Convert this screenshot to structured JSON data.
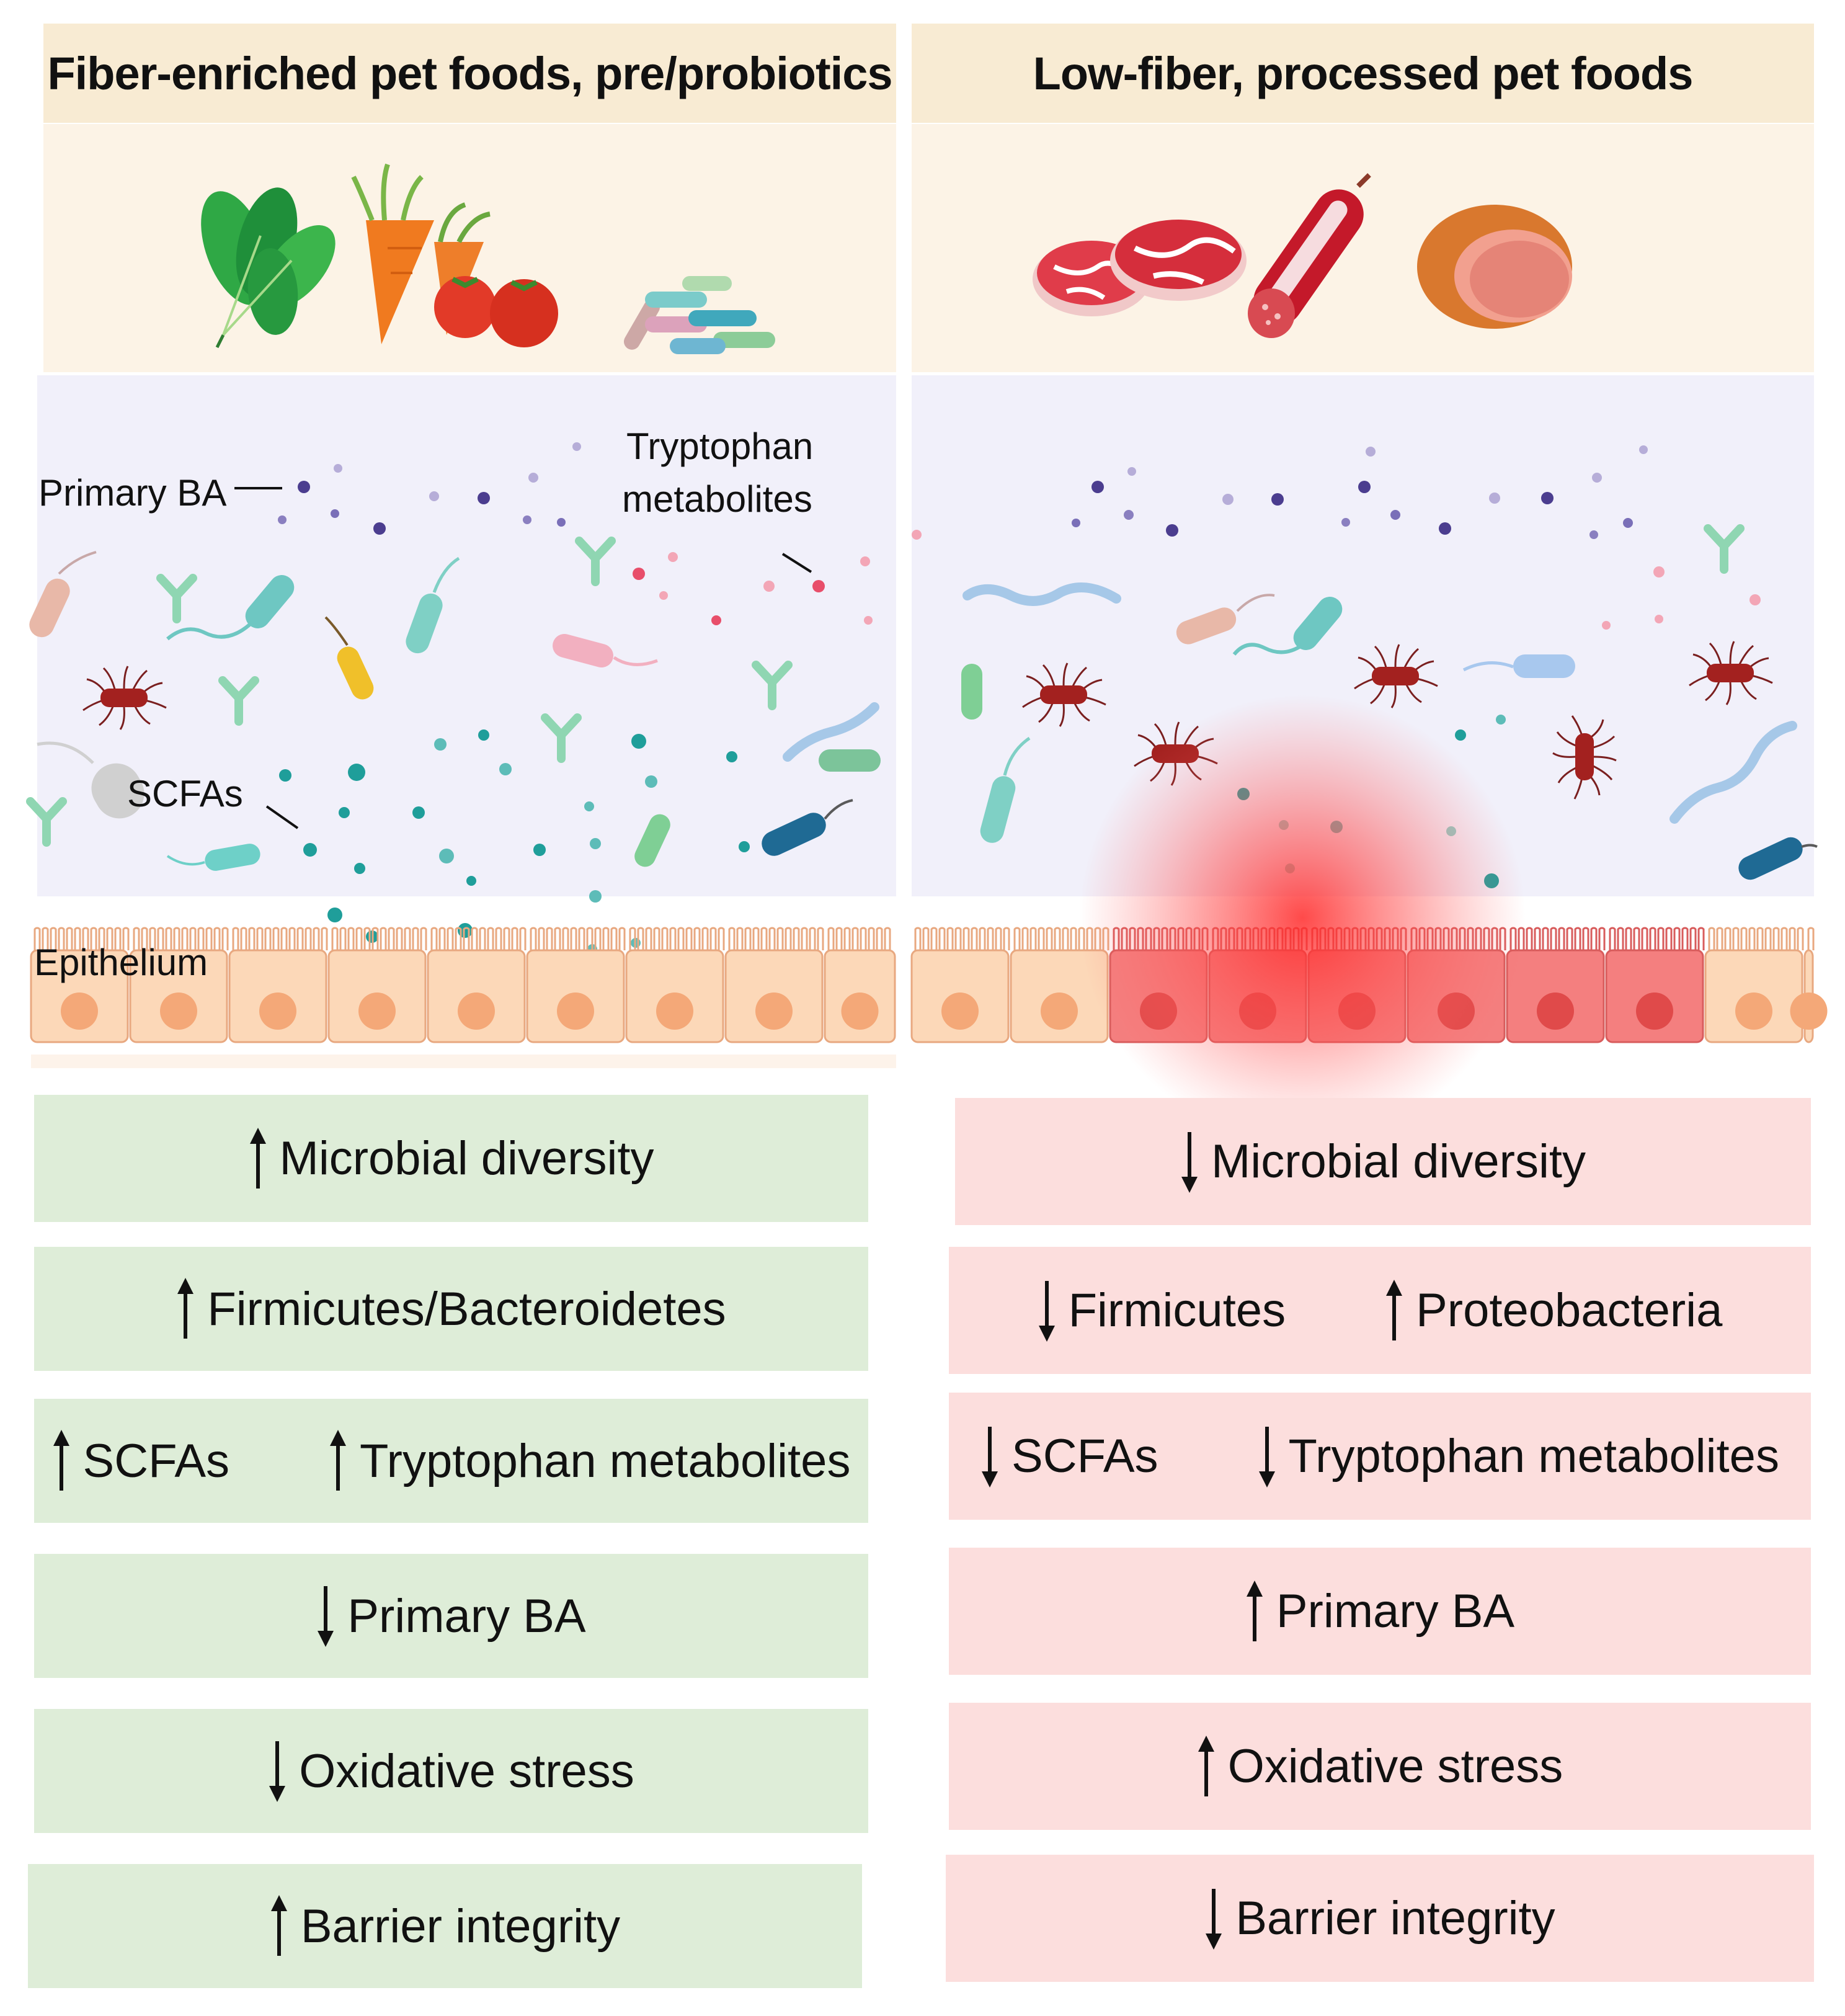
{
  "left_panel": {
    "title": "Fiber-enriched pet foods, pre/probiotics",
    "labels": {
      "primary_ba": "Primary BA",
      "tryptophan_line1": "Tryptophan",
      "tryptophan_line2": "metabolites",
      "scfas": "SCFAs",
      "epithelium": "Epithelium"
    },
    "effects": [
      {
        "items": [
          {
            "direction": "up",
            "text": "Microbial diversity"
          }
        ]
      },
      {
        "items": [
          {
            "direction": "up",
            "text": "Firmicutes/Bacteroidetes"
          }
        ]
      },
      {
        "items": [
          {
            "direction": "up",
            "text": "SCFAs"
          },
          {
            "direction": "up",
            "text": "Tryptophan metabolites"
          }
        ]
      },
      {
        "items": [
          {
            "direction": "down",
            "text": "Primary BA"
          }
        ]
      },
      {
        "items": [
          {
            "direction": "down",
            "text": "Oxidative stress"
          }
        ]
      },
      {
        "items": [
          {
            "direction": "up",
            "text": "Barrier integrity"
          }
        ]
      }
    ]
  },
  "right_panel": {
    "title": "Low-fiber, processed pet foods",
    "effects": [
      {
        "items": [
          {
            "direction": "down",
            "text": "Microbial diversity"
          }
        ]
      },
      {
        "items": [
          {
            "direction": "down",
            "text": "Firmicutes"
          },
          {
            "direction": "up",
            "text": "Proteobacteria"
          }
        ]
      },
      {
        "items": [
          {
            "direction": "down",
            "text": "SCFAs"
          },
          {
            "direction": "down",
            "text": "Tryptophan metabolites"
          }
        ]
      },
      {
        "items": [
          {
            "direction": "up",
            "text": "Primary BA"
          }
        ]
      },
      {
        "items": [
          {
            "direction": "up",
            "text": "Oxidative stress"
          }
        ]
      },
      {
        "items": [
          {
            "direction": "down",
            "text": "Barrier integrity"
          }
        ]
      }
    ]
  },
  "colors": {
    "header_bg": "#f8ebd3",
    "food_bg": "#fcf3e6",
    "lumen_bg": "#f1f0fa",
    "epithelium_normal": "#fcd8b8",
    "epithelium_inflamed": "#f47f7f",
    "green_box": "#deedd8",
    "red_box": "#fcdedd",
    "bile_acid_dot": "#4b3d8f",
    "scfa_dot": "#1f9e9a",
    "tryptophan_dot": "#e84e6a"
  },
  "icons": [
    "spinach-icon",
    "carrot-icon",
    "tomato-icon",
    "probiotic-capsules-icon",
    "steak-icon",
    "salami-icon",
    "ham-icon",
    "bacterium-icon",
    "spiky-bacterium-icon",
    "antibody-icon",
    "up-arrow-icon",
    "down-arrow-icon",
    "inflammation-glow"
  ]
}
